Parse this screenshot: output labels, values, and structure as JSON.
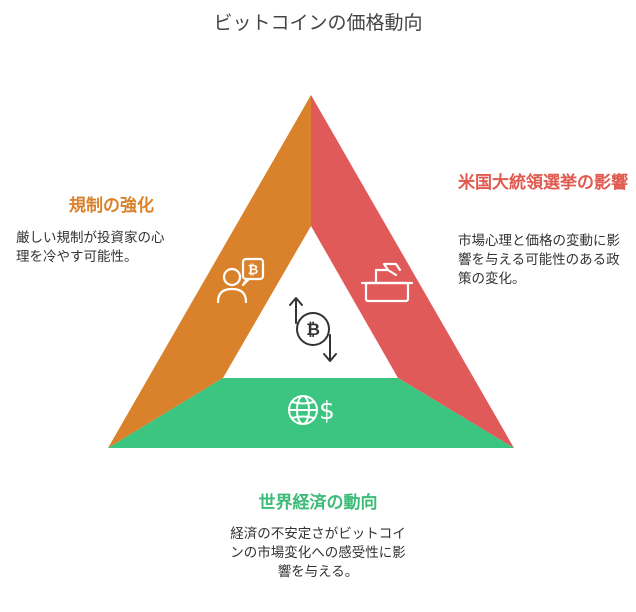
{
  "title": "ビットコインの価格動向",
  "colors": {
    "orange": "#D9822B",
    "red": "#E05A5A",
    "green": "#3CC481"
  },
  "sections": {
    "regulation": {
      "heading": "規制の強化",
      "description": "厳しい規制が投資家の心理を冷やす可能性。",
      "icon": "person-bitcoin-speech-icon"
    },
    "election": {
      "heading": "米国大統領選挙の影響",
      "description": "市場心理と価格の変動に影響を与える可能性のある政策の変化。",
      "icon": "ballot-box-icon"
    },
    "economy": {
      "heading": "世界経済の動向",
      "description": "経済の不安定さがビットコインの市場変化への感受性に影響を与える。",
      "icon": "globe-dollar-icon"
    }
  },
  "center_icon": "bitcoin-fluctuation-icon"
}
